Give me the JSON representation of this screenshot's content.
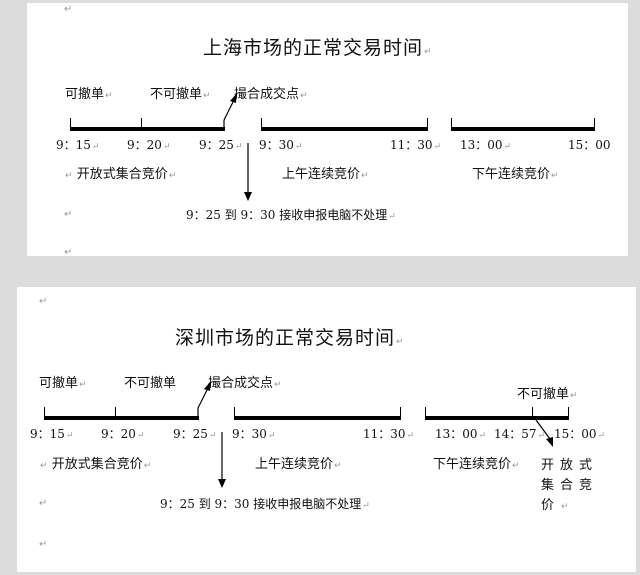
{
  "para_mark": "↵",
  "shanghai": {
    "title": "上海市场的正常交易时间",
    "labels": {
      "cancelable": "可撤单",
      "non_cancelable": "不可撤单",
      "match_point": "撮合成交点"
    },
    "times": [
      "9：15",
      "9：20",
      "9：25",
      "9：30",
      "11：30",
      "13：00",
      "15：00"
    ],
    "phases": {
      "open_auction": "开放式集合竞价",
      "morning_continuous": "上午连续竞价",
      "afternoon_continuous": "下午连续竞价"
    },
    "note": "9：25 到 9：30 接收申报电脑不处理"
  },
  "shenzhen": {
    "title": "深圳市场的正常交易时间",
    "labels": {
      "cancelable": "可撤单",
      "non_cancelable": "不可撤单",
      "match_point": "撮合成交点",
      "non_cancelable_close": "不可撤单"
    },
    "times": [
      "9：15",
      "9：20",
      "9：25",
      "9：30",
      "11：30",
      "13：00",
      "14：57",
      "15：00"
    ],
    "phases": {
      "open_auction": "开放式集合竞价",
      "morning_continuous": "上午连续竞价",
      "afternoon_continuous": "下午连续竞价",
      "closing_auction": "开放式集合竞价"
    },
    "note": "9：25 到 9：30 接收申报电脑不处理"
  }
}
